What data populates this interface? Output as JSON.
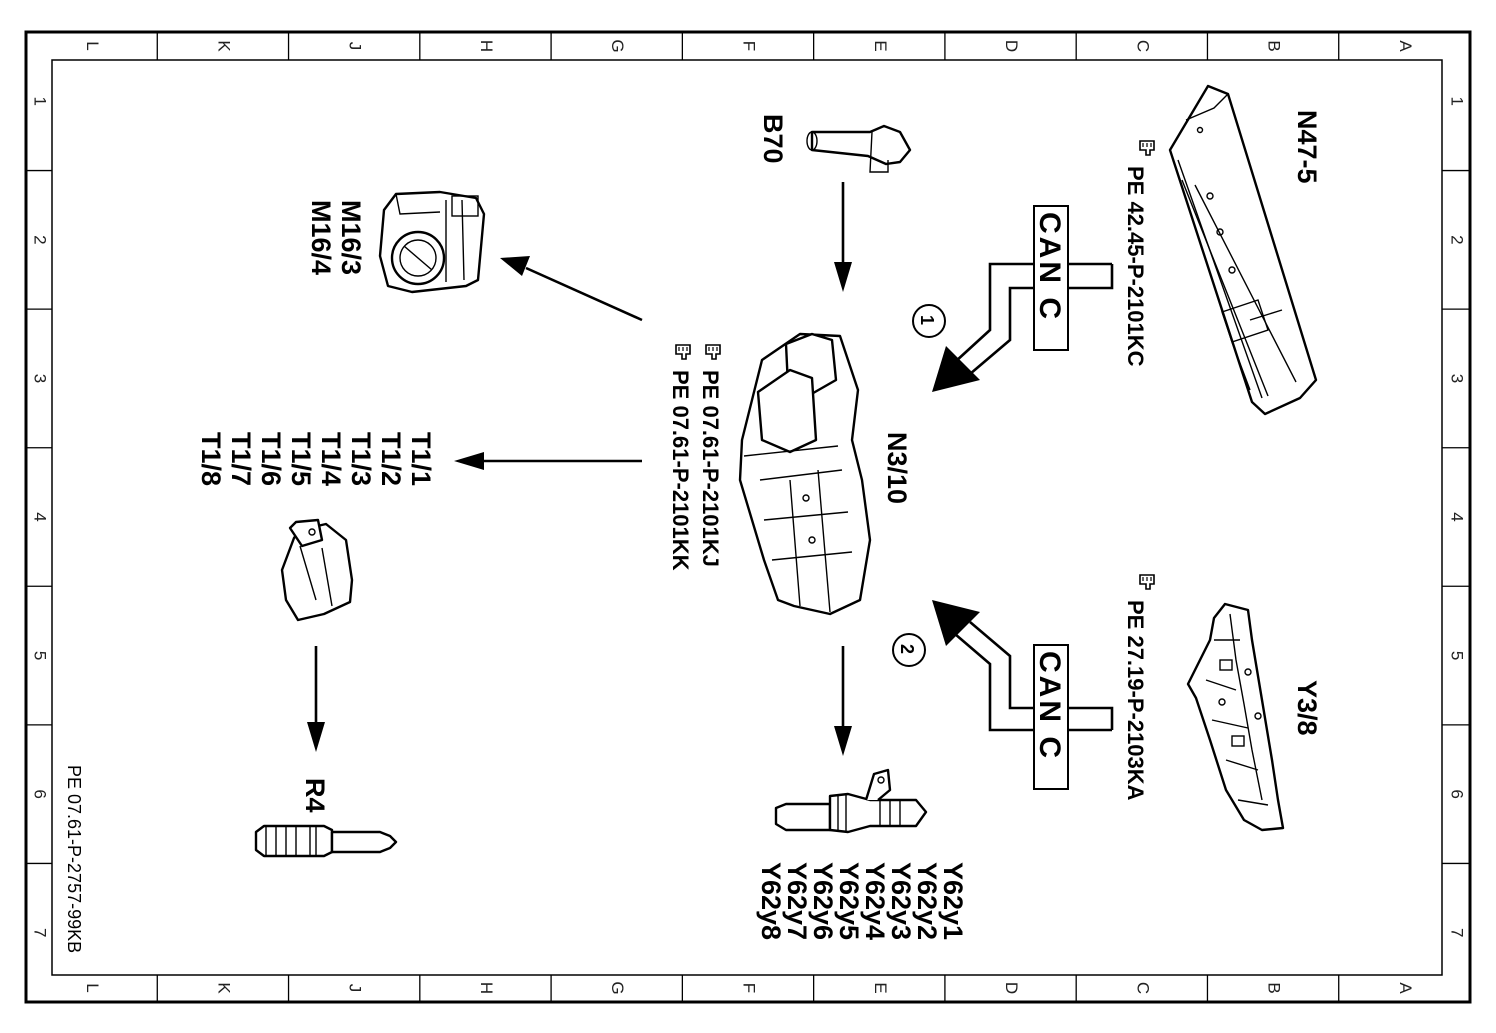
{
  "grid": {
    "columns": [
      "L",
      "K",
      "J",
      "H",
      "G",
      "F",
      "E",
      "D",
      "C",
      "B",
      "A"
    ],
    "rows": [
      "1",
      "2",
      "3",
      "4",
      "5",
      "6",
      "7"
    ]
  },
  "drawing_number": "PE 07.61-P-2757-99KB",
  "components": {
    "n3_10": {
      "label": "N3/10",
      "refs": [
        "PE 07.61-P-2101KJ",
        "PE 07.61-P-2101KK"
      ]
    },
    "n47_5": {
      "label": "N47-5",
      "ref": "PE 42.45-P-2101KC"
    },
    "y3_8": {
      "label": "Y3/8",
      "ref": "PE 27.19-P-2103KA"
    },
    "b70": {
      "label": "B70"
    },
    "m16": {
      "labels": [
        "M16/3",
        "M16/4"
      ]
    },
    "t1": {
      "labels": [
        "T1/1",
        "T1/2",
        "T1/3",
        "T1/4",
        "T1/5",
        "T1/6",
        "T1/7",
        "T1/8"
      ]
    },
    "r4": {
      "label": "R4"
    },
    "y62": {
      "labels": [
        "Y62y1",
        "Y62y2",
        "Y62y3",
        "Y62y4",
        "Y62y5",
        "Y62y6",
        "Y62y7",
        "Y62y8"
      ]
    }
  },
  "buses": [
    {
      "name": "CAN C",
      "marker": "1"
    },
    {
      "name": "CAN C",
      "marker": "2"
    }
  ],
  "icons": [
    "pointing-hand-icon"
  ]
}
